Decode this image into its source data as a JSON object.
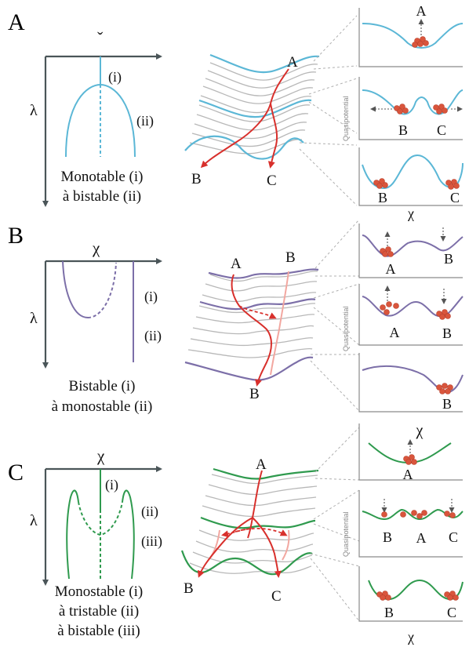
{
  "colors": {
    "blue": "#5bb7d6",
    "purple": "#7c6fa8",
    "green": "#2f9a4e",
    "red": "#d8302c",
    "pink": "#f2a7a0",
    "ball": "#d9553c",
    "axis": "#4a5558"
  },
  "panelA": {
    "letter": "A",
    "axis_top": "ˇ",
    "axis_left": "λ",
    "branch_i": "(i)",
    "branch_ii": "(ii)",
    "caption_line1": "Monotable (i)",
    "caption_line2": "à bistable (ii)",
    "landscape_top": "A",
    "landscape_left": "B",
    "landscape_right": "C",
    "frame1_top": "A",
    "frame2_left": "B",
    "frame2_right": "C",
    "frame3_left": "B",
    "frame3_right": "C",
    "frame_side_label": "Quasipotential",
    "frame_axis_label": "χ"
  },
  "panelB": {
    "letter": "B",
    "axis_top": "χ",
    "axis_left": "λ",
    "branch_i": "(i)",
    "branch_ii": "(ii)",
    "caption_line1": "Bistable (i)",
    "caption_line2": "à monostable (ii)",
    "landscape_top_left": "A",
    "landscape_top_right": "B",
    "landscape_bottom": "B",
    "frame1_left": "A",
    "frame1_right": "B",
    "frame2_left": "A",
    "frame2_right": "B",
    "frame3_right": "B",
    "frame_side_label": "Quasipotential"
  },
  "panelC": {
    "letter": "C",
    "axis_top": "χ",
    "axis_left": "λ",
    "branch_i": "(i)",
    "branch_ii": "(ii)",
    "branch_iii": "(iii)",
    "caption_line1": "Monostable (i)",
    "caption_line2": "à tristable (ii)",
    "caption_line3": "à bistable (iii)",
    "landscape_top": "A",
    "landscape_left": "B",
    "landscape_right": "C",
    "frame1_top": "χ",
    "frame1_bottom": "A",
    "frame2_left": "B",
    "frame2_mid": "A",
    "frame2_right": "C",
    "frame3_left": "B",
    "frame3_right": "C",
    "frame_side_label": "Quasipotential",
    "frame_axis_label": "χ"
  }
}
